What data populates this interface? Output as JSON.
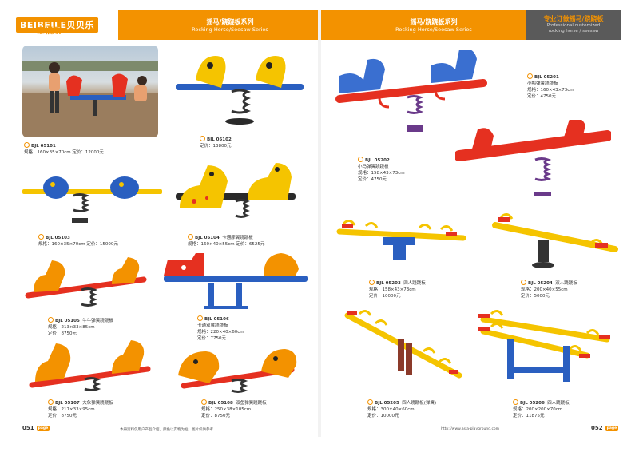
{
  "header": {
    "logo_text": "BEIBEILE贝贝乐",
    "logo_sub": "幸福乐",
    "left_title_cn": "摇马/跷跷板系列",
    "left_title_en": "Rocking Horse/Seesaw Series",
    "right_title_cn": "摇马/跷跷板系列",
    "right_title_en": "Rocking Horse/Seesaw Series",
    "corner_cn": "专业订做摇马/跷跷板",
    "corner_en1": "Professional customized",
    "corner_en2": "rocking horse / seesaw"
  },
  "products": [
    {
      "code": "BJL 05101",
      "line2": "规格：160×35×70cm  定价：12000元"
    },
    {
      "code": "BJL 05102",
      "line2": "定价：13800元"
    },
    {
      "code": "BJL 05103",
      "line2": "规格：160×35×70cm  定价：15000元"
    },
    {
      "code": "BJL 05104",
      "name": "卡通摩翼跷跷板",
      "line2": "规格：160×40×55cm  定价：6525元"
    },
    {
      "code": "BJL 05105",
      "name": "牛牛弹簧跷跷板",
      "line2": "规格：213×33×85cm",
      "line3": "定价：8750元"
    },
    {
      "code": "BJL 05106",
      "name": "卡通双翼跷跷板",
      "line2": "规格：220×40×60cm",
      "line3": "定价：7750元"
    },
    {
      "code": "BJL 05107",
      "name": "大象弹簧跷跷板",
      "line2": "规格：217×33×95cm",
      "line3": "定价：8750元"
    },
    {
      "code": "BJL 05108",
      "name": "双鱼弹簧跷跷板",
      "line2": "规格：250×38×105cm",
      "line3": "定价：8750元"
    },
    {
      "code": "BJL 05201",
      "name": "小鸭弹簧跷跷板",
      "line2": "规格：160×43×73cm",
      "line3": "定价：4750元"
    },
    {
      "code": "BJL 05202",
      "name": "小马弹簧跷跷板",
      "line2": "规格：158×43×73cm",
      "line3": "定价：4750元"
    },
    {
      "code": "BJL 05203",
      "name": "四人跷跷板",
      "line2": "规格：158×43×73cm",
      "line3": "定价：10000元"
    },
    {
      "code": "BJL 05204",
      "name": "双人跷跷板",
      "line2": "规格：200×40×55cm",
      "line3": "定价：5000元"
    },
    {
      "code": "BJL 05205",
      "name": "四人跷跷板(弹簧)",
      "line2": "规格：300×40×60cm",
      "line3": "定价：10000元"
    },
    {
      "code": "BJL 05206",
      "name": "四人跷跷板",
      "line2": "规格：200×200×70cm",
      "line3": "定价：11875元"
    }
  ],
  "footer": {
    "left_page": "051",
    "right_page": "052",
    "tag": "page",
    "note": "本册资料仅用户产品介绍，颜色以实物为准，图片仅供参考",
    "url": "http://www.asia-playground.com"
  },
  "colors": {
    "accent": "#f39200",
    "dark": "#5a5a5a",
    "red": "#e53020",
    "yellow": "#f5c400",
    "blue": "#2a5fc0"
  }
}
